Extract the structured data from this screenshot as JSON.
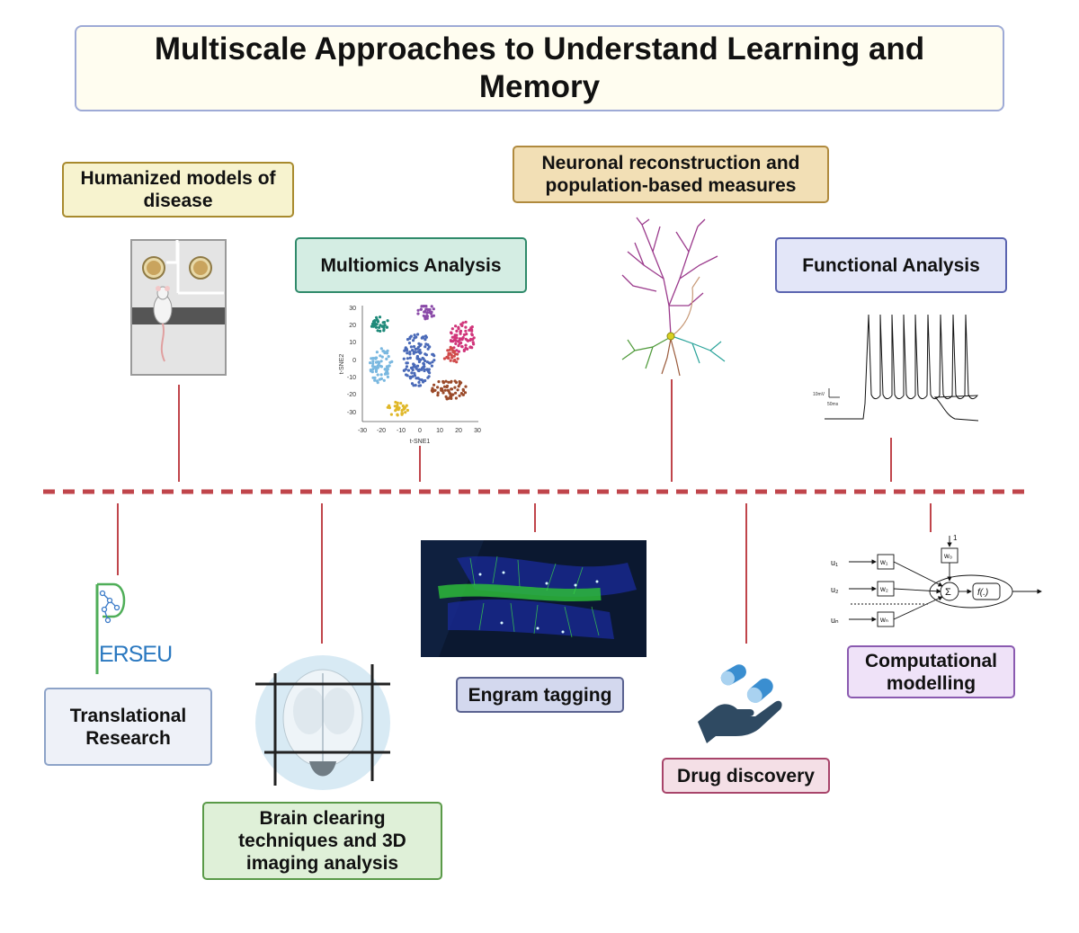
{
  "title": "Multiscale Approaches to Understand Learning and Memory",
  "colors": {
    "divider": "#c0454b",
    "connector": "#c0454b"
  },
  "top_row": [
    {
      "id": "humanized",
      "label": "Humanized models of disease",
      "border": "#a88a2e",
      "fill": "#f7f3cf",
      "icon": "mouse-maze-icon"
    },
    {
      "id": "multiomics",
      "label": "Multiomics Analysis",
      "border": "#2f8a6a",
      "fill": "#d4ede3",
      "icon": "tsne-plot-icon"
    },
    {
      "id": "neuronal",
      "label": "Neuronal reconstruction and population-based measures",
      "border": "#b08a3e",
      "fill": "#f2dfb5",
      "icon": "neuron-icon"
    },
    {
      "id": "functional",
      "label": "Functional Analysis",
      "border": "#5b64b0",
      "fill": "#e3e6f8",
      "icon": "action-potential-icon"
    }
  ],
  "bottom_row": [
    {
      "id": "translational",
      "label": "Translational Research",
      "border": "#8da3c8",
      "fill": "#eef1f8",
      "icon": "perseus-logo"
    },
    {
      "id": "brainclearing",
      "label": "Brain clearing techniques and 3D imaging analysis",
      "border": "#5a9a48",
      "fill": "#dff0d8",
      "icon": "cleared-brain-icon"
    },
    {
      "id": "engram",
      "label": "Engram tagging",
      "border": "#5a6290",
      "fill": "#d3d8ee",
      "icon": "hippocampus-image"
    },
    {
      "id": "drug",
      "label": "Drug discovery",
      "border": "#a8446a",
      "fill": "#f4dfe6",
      "icon": "hand-pills-icon"
    },
    {
      "id": "computational",
      "label": "Computational modelling",
      "border": "#8a5ab0",
      "fill": "#efe2f8",
      "icon": "perceptron-icon"
    }
  ],
  "tsne": {
    "xlabel": "t-SNE1",
    "ylabel": "t-SNE2",
    "xticks": [
      "-30",
      "-20",
      "-10",
      "0",
      "10",
      "20",
      "30"
    ],
    "yticks": [
      "30",
      "20",
      "10",
      "0",
      "-10",
      "-20",
      "-30"
    ]
  },
  "ephys_scale": {
    "v": "10mV",
    "t": "50ms"
  },
  "perseus_text": "ERSEUS",
  "perceptron": {
    "inputs": [
      "u₁",
      "u₂",
      "uₙ"
    ],
    "weights": [
      "w₁",
      "w₂",
      "wₙ"
    ],
    "bias_weight": "w₀",
    "bias_input": "1",
    "sum": "Σ",
    "func": "f(.)"
  }
}
